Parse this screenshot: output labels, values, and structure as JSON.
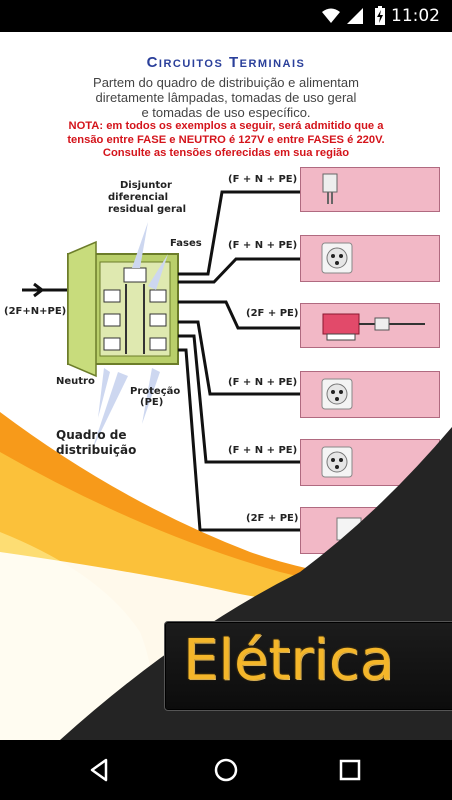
{
  "status_bar": {
    "time": "11:02",
    "icons": [
      "wifi-icon",
      "signal-icon",
      "battery-charging-icon"
    ]
  },
  "diagram": {
    "title": "Circuitos Terminais",
    "intro_lines": [
      "Partem do quadro de distribuição e alimentam",
      "diretamente lâmpadas, tomadas de uso geral",
      "e tomadas de uso específico."
    ],
    "note_lines": [
      "NOTA: em todos os exemplos a seguir, será admitido que a",
      "tensão entre FASE e NEUTRO é 127V e entre FASES é 220V.",
      "Consulte as tensões oferecidas em sua região"
    ],
    "labels": {
      "dr": [
        "Disjuntor",
        "diferencial",
        "residual geral"
      ],
      "fases": "Fases",
      "input": "(2F+N+PE)",
      "neutro": "Neutro",
      "protecao": [
        "Proteção",
        "(PE)"
      ],
      "quadro": [
        "Quadro de",
        "distribuição"
      ]
    },
    "circuits": [
      {
        "label": "(F + N + PE)",
        "device": "lamp-icon"
      },
      {
        "label": "(F + N + PE)",
        "device": "outlet-icon"
      },
      {
        "label": "(2F + PE)",
        "device": "shower-icon"
      },
      {
        "label": "(F + N + PE)",
        "device": "outlet-icon"
      },
      {
        "label": "(F + N + PE)",
        "device": "outlet-icon"
      },
      {
        "label": "(2F + PE)",
        "device": "appliance-icon"
      }
    ]
  },
  "brand": {
    "text": "Elétrica",
    "color": "#f4b62a"
  },
  "nav": [
    "back-button",
    "home-button",
    "recents-button"
  ],
  "colors": {
    "title": "#2a3f9a",
    "note": "#d4141b",
    "panel": "#f2b8c6",
    "box": "#b9cf6a",
    "swoosh": "#f79a1a",
    "dark": "#242424"
  }
}
